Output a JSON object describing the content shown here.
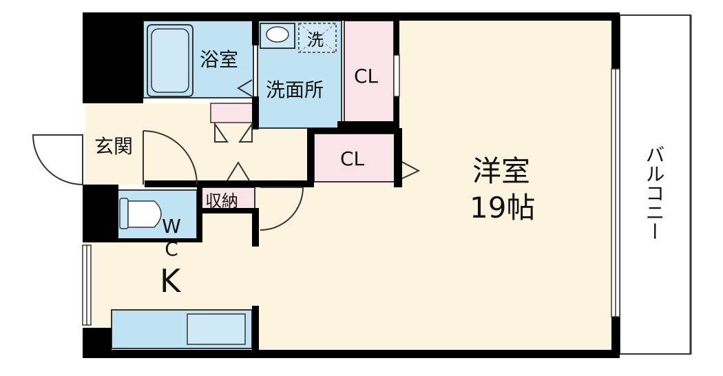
{
  "colors": {
    "wall": "#000000",
    "floor": "#fcf4de",
    "bath": "#bfe3f3",
    "closet": "#fbe3ea",
    "storage": "#fbe3ea",
    "balcony": "#ffffff",
    "line": "#333333"
  },
  "rooms": {
    "western": {
      "name": "洋室",
      "size": "19帖"
    },
    "kitchen": "K",
    "bathroom": "浴室",
    "washroom": "洗面所",
    "washer": "洗",
    "closet_upper": "CL",
    "closet_lower": "CL",
    "entrance": "玄関",
    "toilet": "WC",
    "storage": "収納",
    "balcony": "バルコニー"
  },
  "icons": [
    "bathtub-icon",
    "sink-icon",
    "toilet-icon",
    "kitchen-counter-icon",
    "door-swing-icon"
  ]
}
